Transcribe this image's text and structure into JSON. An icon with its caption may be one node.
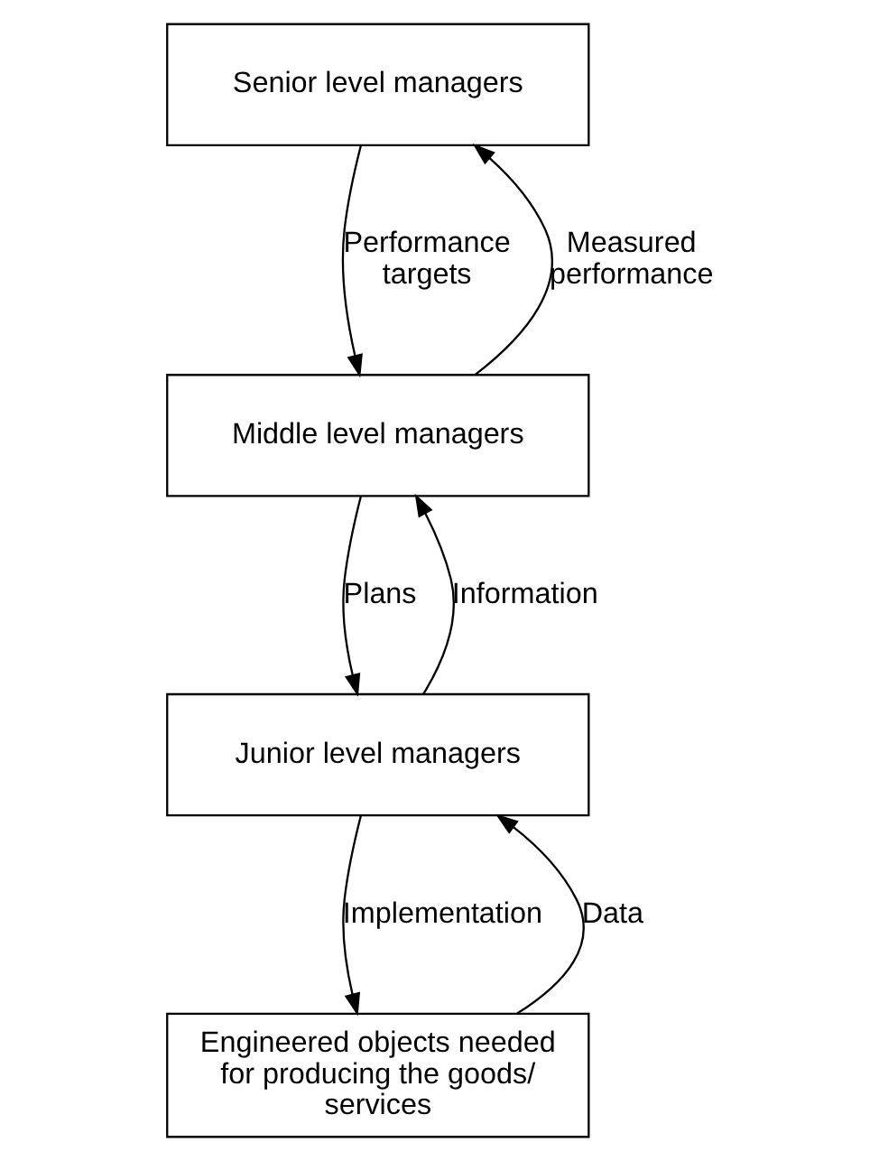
{
  "diagram": {
    "nodes": [
      {
        "text": [
          "Senior level managers"
        ]
      },
      {
        "text": [
          "Middle level managers"
        ]
      },
      {
        "text": [
          "Junior level managers"
        ]
      },
      {
        "text": [
          "Engineered objects needed for producing the goods/ services"
        ]
      }
    ],
    "edges": [
      {
        "from": 0,
        "to": 1,
        "arrow": "to",
        "label": "Performance targets"
      },
      {
        "from": 1,
        "to": 0,
        "arrow": "to",
        "label": "Measured performance"
      },
      {
        "from": 1,
        "to": 2,
        "arrow": "to",
        "label": "Plans"
      },
      {
        "from": 2,
        "to": 1,
        "arrow": "to",
        "label": "Information"
      },
      {
        "from": 2,
        "to": 3,
        "arrow": "to",
        "label": "Implementation"
      },
      {
        "from": 3,
        "to": 2,
        "arrow": "to",
        "label": "Data"
      }
    ]
  }
}
